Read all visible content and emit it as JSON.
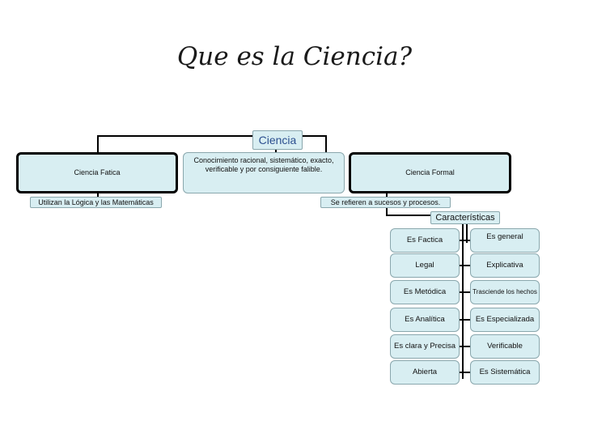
{
  "title": "Que es la Ciencia?",
  "root": "Ciencia",
  "center_text": "Conocimiento racional, sistemático, exacto, verificable y por consiguiente falible.",
  "left": {
    "label": "Ciencia Fatica",
    "note": "Utilizan la Lógica y las Matemáticas"
  },
  "right": {
    "label": "Ciencia Formal",
    "note": "Se refieren a sucesos y procesos.",
    "characteristics_label": "Características",
    "left_column": [
      "Es Factica",
      "Legal",
      "Es Metódica",
      "Es Analítica",
      "Es clara y Precisa",
      "Abierta"
    ],
    "right_column": [
      "Es general",
      "Explicativa",
      "Trasciende los hechos",
      "Es Especializada",
      "Verificable",
      "Es Sistemática"
    ]
  },
  "colors": {
    "node_fill": "#d8eef2",
    "node_border": "#8aa7ad",
    "root_text": "#2c4f8f",
    "connector": "#000000"
  }
}
